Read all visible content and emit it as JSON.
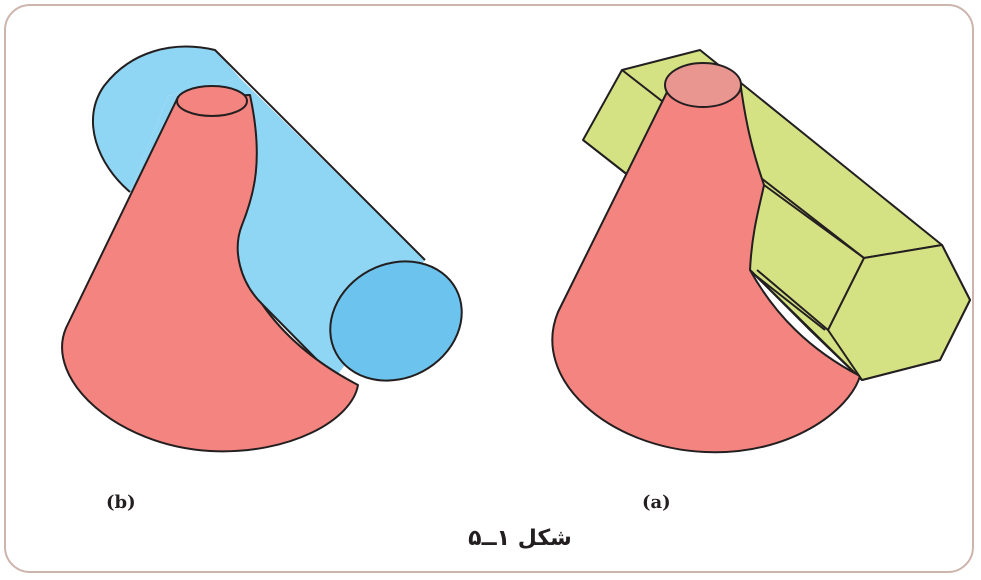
{
  "figures": {
    "left": {
      "label": "(b)"
    },
    "right": {
      "label": "(a)"
    }
  },
  "caption": "شکل ۱ــ۵",
  "colors": {
    "cone": "#f4847f",
    "cone_top": "#e99590",
    "cylinder": "#8fd6f4",
    "cylinder_end": "#6cc4ee",
    "prism": "#d4e283",
    "frame": "#cdb4ad",
    "stroke": "#231f20"
  }
}
